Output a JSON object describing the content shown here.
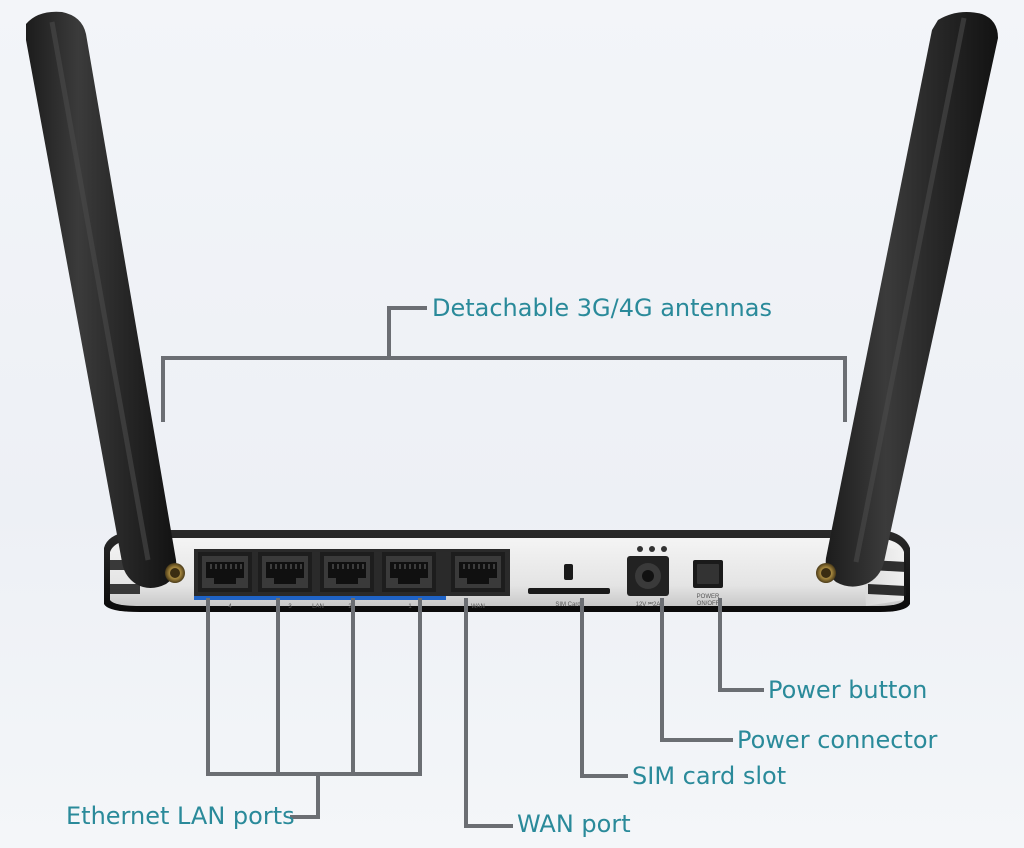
{
  "callouts": {
    "antennas": "Detachable 3G/4G antennas",
    "power_button": "Power button",
    "power_connector": "Power connector",
    "sim_slot": "SIM card slot",
    "lan_ports": "Ethernet LAN ports",
    "wan_port": "WAN port"
  },
  "panel_labels": {
    "lan_port_numbers": [
      "4",
      "3",
      "2",
      "1"
    ],
    "lan": "LAN",
    "wan": "WAN",
    "sim_card": "SIM Card",
    "power_spec": "12V ⎃2A",
    "power_switch_line1": "POWER",
    "power_switch_line2": "ON/OFF"
  },
  "colors": {
    "callout_text": "#2a8a9a",
    "leader_line": "#6b6e73",
    "lan_strip": "#1f63c6"
  }
}
